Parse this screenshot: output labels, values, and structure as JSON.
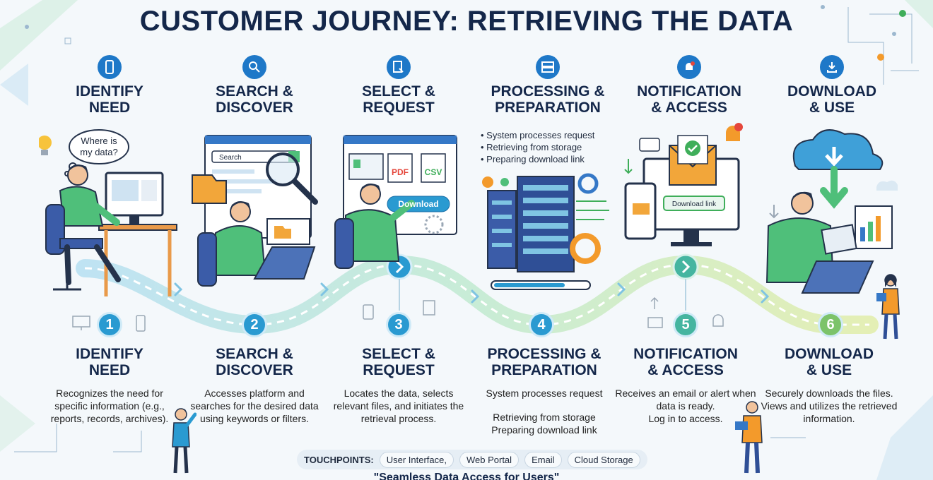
{
  "title": "CUSTOMER JOURNEY: RETRIEVING THE DATA",
  "stages": [
    {
      "number": "1",
      "title_line1": "IDENTIFY",
      "title_line2": "NEED",
      "description": "Recognizes the need for specific information (e.g., reports, records, archives).",
      "speech_bubble": "Where is my data?",
      "icon": "smartphone-icon"
    },
    {
      "number": "2",
      "title_line1": "SEARCH &",
      "title_line2": "DISCOVER",
      "description": "Accesses platform and searches for the desired data using keywords or filters.",
      "search_placeholder": "Search",
      "icon": "search-icon"
    },
    {
      "number": "3",
      "title_line1": "SELECT &",
      "title_line2": "REQUEST",
      "description": "Locates the data, selects relevant files, and initiates the retrieval process.",
      "file_pdf": "PDF",
      "file_csv": "CSV",
      "download_label": "Download",
      "icon": "document-select-icon"
    },
    {
      "number": "4",
      "title_line1": "PROCESSING &",
      "title_line2": "PREPARATION",
      "description_line1": "System processes request",
      "description_line2": "Retrieving from storage",
      "description_line3": "Preparing download link",
      "bullets": [
        "System processes request",
        "Retrieving from storage",
        "Preparing download link"
      ],
      "icon": "server-icon"
    },
    {
      "number": "5",
      "title_line1": "NOTIFICATION",
      "title_line2": "& ACCESS",
      "description_line1": "Receives an email or alert when data is ready.",
      "description_line2": "Log in to access.",
      "download_link_label": "Download link",
      "icon": "bell-icon"
    },
    {
      "number": "6",
      "title_line1": "DOWNLOAD",
      "title_line2": "& USE",
      "description": "Securely downloads the files. Views and utilizes the retrieved information.",
      "icon": "download-icon"
    }
  ],
  "touchpoints": {
    "label": "TOUCHPOINTS:",
    "items": [
      "User Interface,",
      "Web Portal",
      "Email",
      "Cloud Storage"
    ]
  },
  "tagline": "\"Seamless Data Access for Users\"",
  "colors": {
    "navy": "#14274a",
    "blue": "#1e78c8",
    "teal": "#2a9ad1",
    "green": "#3fae5a",
    "orange": "#f39a2b",
    "shirt": "#4fbf7a"
  }
}
